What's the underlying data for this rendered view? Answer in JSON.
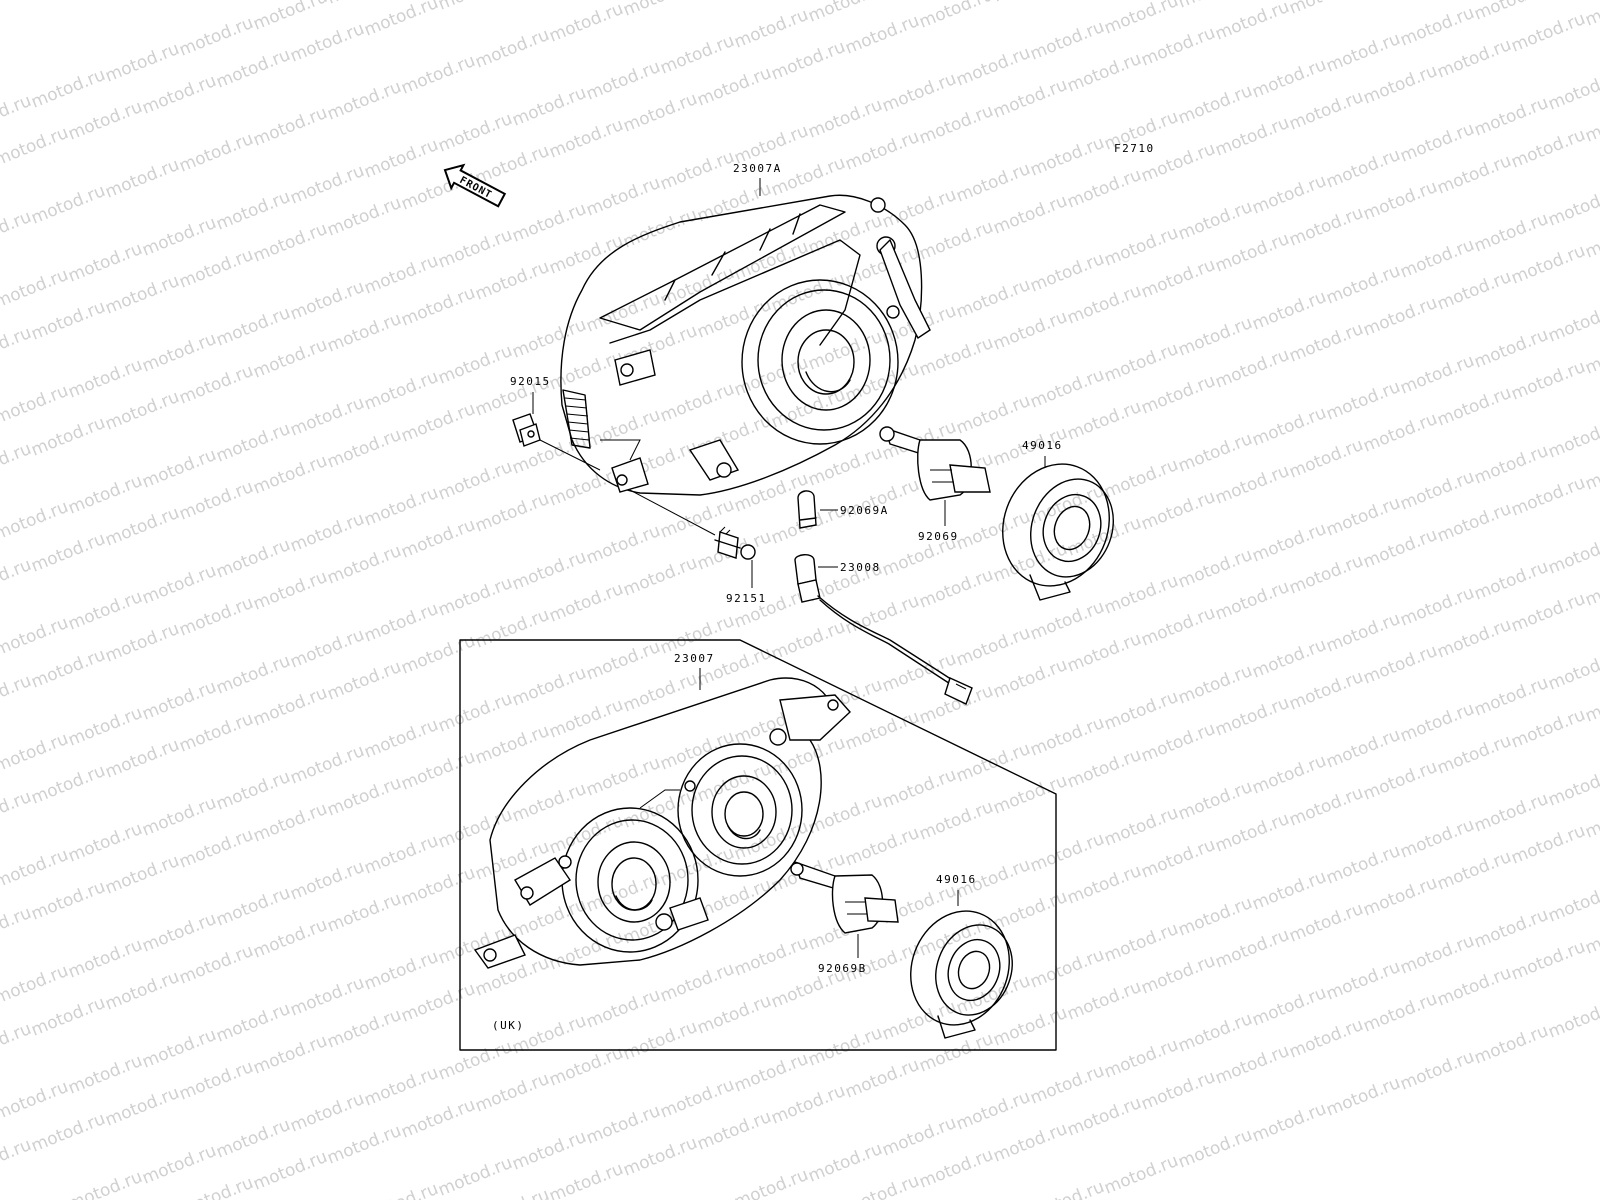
{
  "watermark": {
    "text": "motod.ru"
  },
  "diagram": {
    "figure_code": "F2710",
    "front_arrow": "FRONT",
    "variant_note": "(UK)",
    "parts": [
      {
        "id": "23007A",
        "label": "23007A"
      },
      {
        "id": "92015",
        "label": "92015"
      },
      {
        "id": "49016-top",
        "label": "49016"
      },
      {
        "id": "92069A",
        "label": "92069A"
      },
      {
        "id": "92069",
        "label": "92069"
      },
      {
        "id": "23008",
        "label": "23008"
      },
      {
        "id": "92151",
        "label": "92151"
      },
      {
        "id": "23007",
        "label": "23007"
      },
      {
        "id": "49016-uk",
        "label": "49016"
      },
      {
        "id": "92069B",
        "label": "92069B"
      }
    ]
  }
}
